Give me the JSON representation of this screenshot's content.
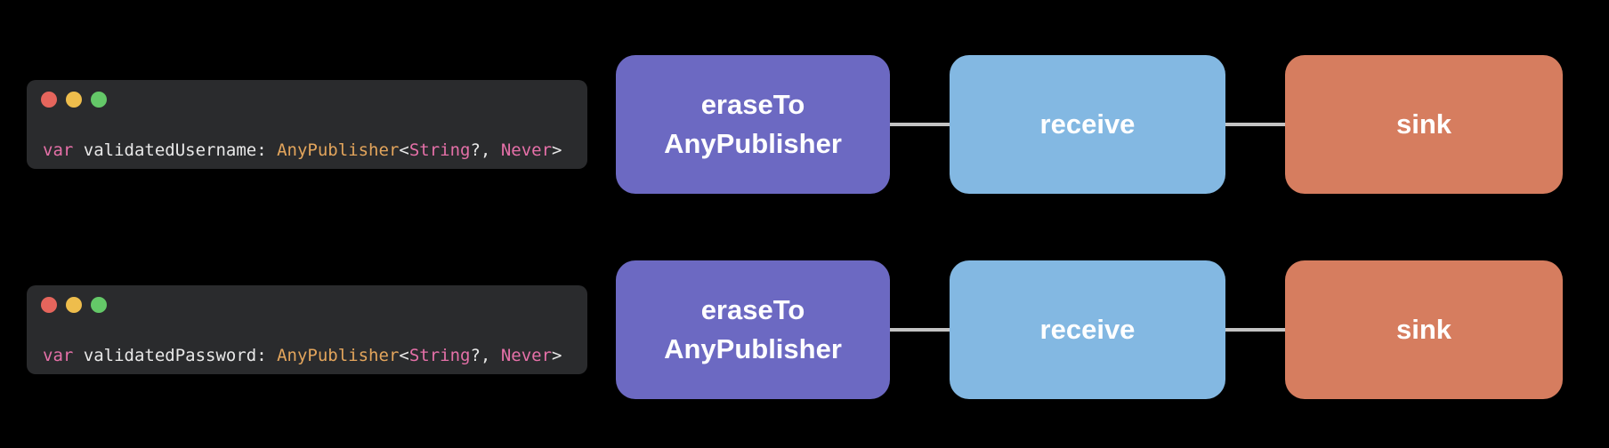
{
  "colors": {
    "background": "#000000",
    "window_bg": "#2a2b2d",
    "dots": {
      "red": "#e5655c",
      "yellow": "#eebd4c",
      "green": "#64c868"
    },
    "code": {
      "keyword": "#e570a8",
      "plain": "#e8e8e8",
      "type": "#e3a55c"
    },
    "nodes": {
      "erase": "#6c69c2",
      "receive": "#83b8e2",
      "sink": "#d67d5f"
    },
    "connector": "#c3c3c3",
    "node_text": "#ffffff"
  },
  "rows": [
    {
      "code_text": "var validatedUsername: AnyPublisher<String?, Never>",
      "code_tokens": [
        {
          "text": "var ",
          "color": "keyword"
        },
        {
          "text": "validatedUsername: ",
          "color": "plain"
        },
        {
          "text": "AnyPublisher",
          "color": "type"
        },
        {
          "text": "<",
          "color": "plain"
        },
        {
          "text": "String",
          "color": "keyword"
        },
        {
          "text": "?, ",
          "color": "plain"
        },
        {
          "text": "Never",
          "color": "keyword"
        },
        {
          "text": ">",
          "color": "plain"
        }
      ],
      "nodes": [
        {
          "label": "eraseTo\nAnyPublisher",
          "color": "erase"
        },
        {
          "label": "receive",
          "color": "receive"
        },
        {
          "label": "sink",
          "color": "sink"
        }
      ]
    },
    {
      "code_text": "var validatedPassword: AnyPublisher<String?, Never>",
      "code_tokens": [
        {
          "text": "var ",
          "color": "keyword"
        },
        {
          "text": "validatedPassword: ",
          "color": "plain"
        },
        {
          "text": "AnyPublisher",
          "color": "type"
        },
        {
          "text": "<",
          "color": "plain"
        },
        {
          "text": "String",
          "color": "keyword"
        },
        {
          "text": "?, ",
          "color": "plain"
        },
        {
          "text": "Never",
          "color": "keyword"
        },
        {
          "text": ">",
          "color": "plain"
        }
      ],
      "nodes": [
        {
          "label": "eraseTo\nAnyPublisher",
          "color": "erase"
        },
        {
          "label": "receive",
          "color": "receive"
        },
        {
          "label": "sink",
          "color": "sink"
        }
      ]
    }
  ]
}
